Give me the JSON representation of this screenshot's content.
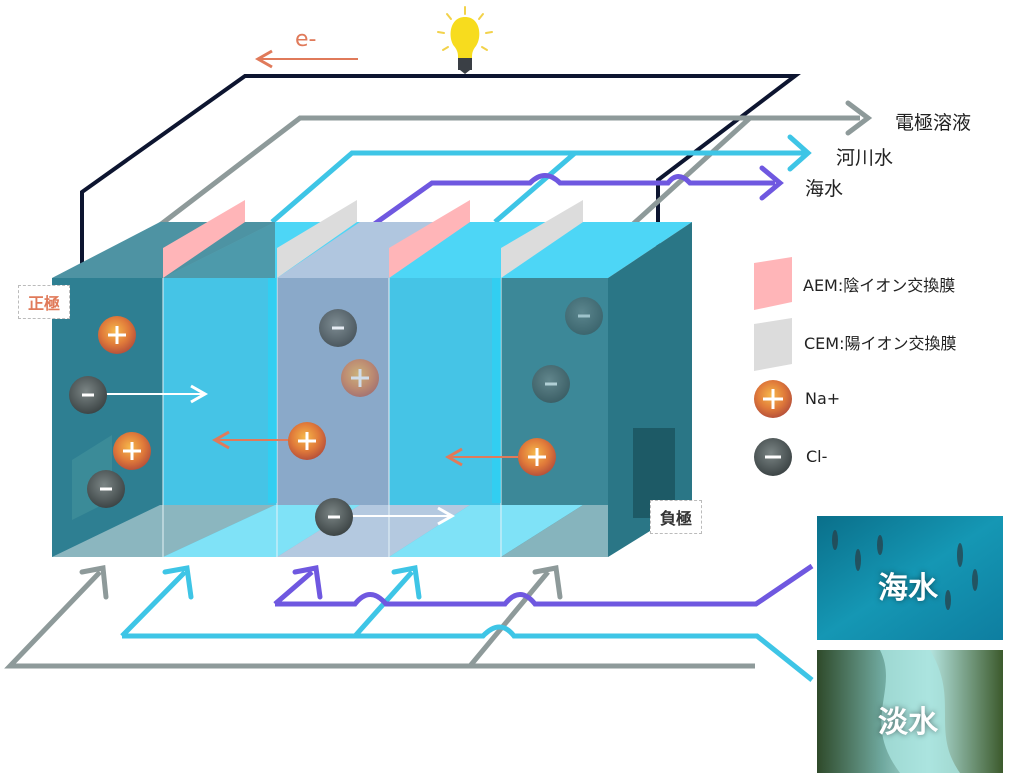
{
  "electron_label": "e-",
  "outlets": {
    "electrode_solution": "電極溶液",
    "river_water": "河川水",
    "sea_water": "海水"
  },
  "electrodes": {
    "positive": "正極",
    "negative": "負極"
  },
  "legend": {
    "aem": "AEM:陰イオン交換膜",
    "cem": "CEM:陽イオン交換膜",
    "na": "Na+",
    "cl": "Cl-"
  },
  "photos": {
    "sea": "海水",
    "fresh": "淡水"
  },
  "colors": {
    "wire": "#0d1530",
    "electrode_line": "#8e9a9a",
    "river_line": "#3ec5e6",
    "sea_line": "#6f58e0",
    "aem": "#ffb5b8",
    "cem": "#dcdcdc",
    "electron": "#e07a5a"
  }
}
